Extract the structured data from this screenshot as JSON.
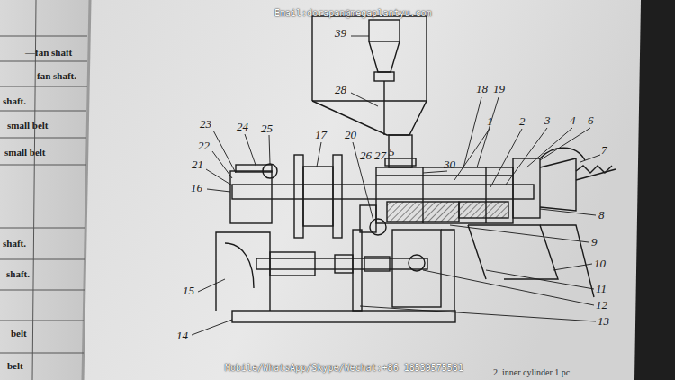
{
  "diagram": {
    "labels": [
      "Email:dorapan@megaplantyu.com",
      "39",
      "28",
      "18",
      "19",
      "1",
      "2",
      "3",
      "4",
      "6",
      "7",
      "30",
      "23",
      "24",
      "25",
      "17",
      "20",
      "26",
      "27",
      "5",
      "22",
      "21",
      "16",
      "8",
      "9",
      "10",
      "11",
      "12",
      "13",
      "15",
      "14",
      "—fan shaft",
      "—fan shaft.",
      "shaft.",
      "small belt",
      "small belt",
      "shaft.",
      "shaft.",
      "belt",
      "belt",
      "2. inner cylinder 1 pc",
      "Mobile/WhatsApp/Skype/Wechat:+86 18539575581"
    ]
  }
}
